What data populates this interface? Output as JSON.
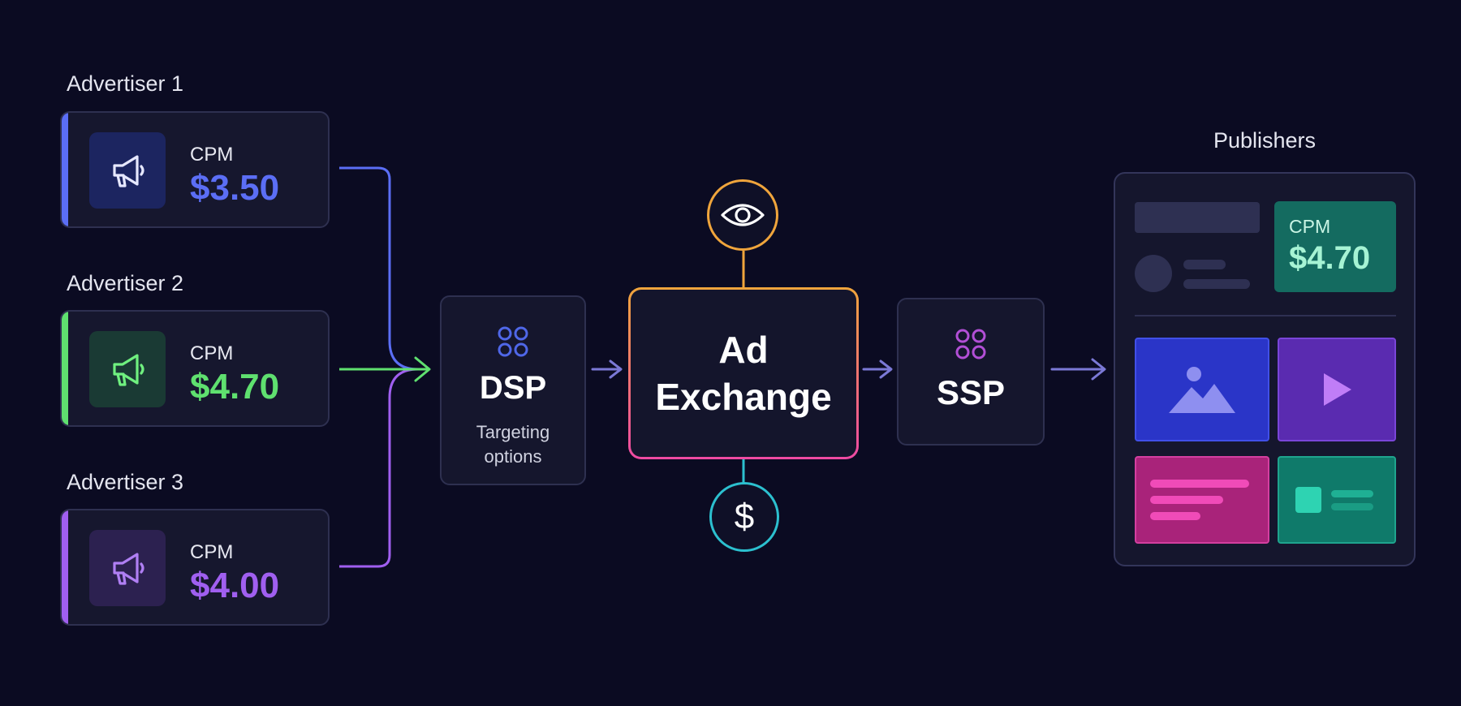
{
  "advertisers": [
    {
      "label": "Advertiser 1",
      "cpm_label": "CPM",
      "cpm_value": "$3.50",
      "accent": "#5b6ef5",
      "icon_bg": "#1c2560",
      "icon_color": "#e6e8ff",
      "icon": "megaphone-icon"
    },
    {
      "label": "Advertiser 2",
      "cpm_label": "CPM",
      "cpm_value": "$4.70",
      "accent": "#5fe06f",
      "icon_bg": "#1a3a34",
      "icon_color": "#6ff07f",
      "icon": "megaphone-icon"
    },
    {
      "label": "Advertiser 3",
      "cpm_label": "CPM",
      "cpm_value": "$4.00",
      "accent": "#a05ff0",
      "icon_bg": "#2c2150",
      "icon_color": "#b07ff4",
      "icon": "megaphone-icon"
    }
  ],
  "dsp": {
    "title": "DSP",
    "subtitle_line1": "Targeting",
    "subtitle_line2": "options",
    "icon": "grid-dots-icon",
    "icon_color": "#4f67e8"
  },
  "exchange": {
    "title_line1": "Ad",
    "title_line2": "Exchange",
    "top_icon": "eye-icon",
    "bottom_icon": "dollar-icon",
    "bottom_symbol": "$"
  },
  "ssp": {
    "title": "SSP",
    "icon": "grid-dots-icon",
    "icon_color": "#b24fd6"
  },
  "publishers": {
    "label": "Publishers",
    "cpm_label": "CPM",
    "cpm_value": "$4.70",
    "tiles": [
      {
        "kind": "image",
        "icon": "image-icon",
        "color": "#2a35c8"
      },
      {
        "kind": "video",
        "icon": "play-icon",
        "color": "#5a2bb0"
      },
      {
        "kind": "text",
        "icon": "text-lines-icon",
        "color": "#a9237a"
      },
      {
        "kind": "card",
        "icon": "card-icon",
        "color": "#0f7a6a"
      }
    ]
  },
  "colors": {
    "background": "#0b0b22",
    "wire_blue": "#5b6ef5",
    "wire_green": "#5fe06f",
    "wire_purple": "#a05ff0",
    "flow_arrow": "#7b79d6",
    "exchange_top": "#f0a53c",
    "exchange_bottom": "#ee4aa3",
    "dollar_ring": "#2cc0cf"
  }
}
